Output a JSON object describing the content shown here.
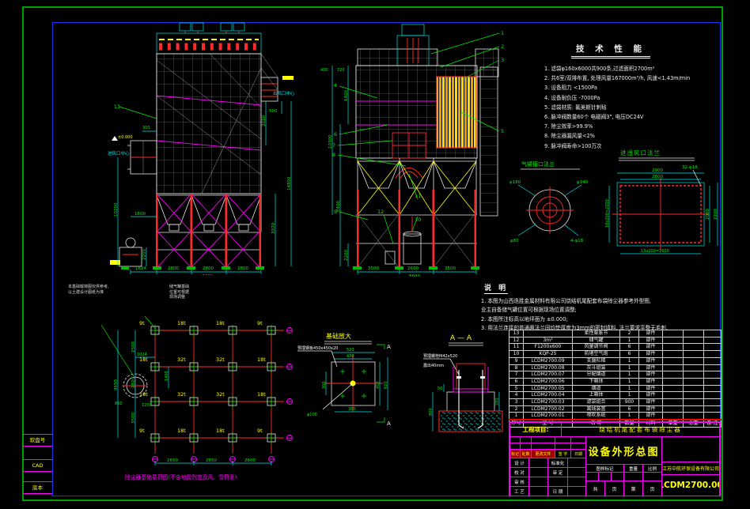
{
  "colors": {
    "bg": "#000000",
    "frame_green": "#00a000",
    "frame_blue": "#2233ee",
    "cad_white": "#e8e8e8",
    "cad_cyan": "#00e5e5",
    "cad_magenta": "#ff00ff",
    "cad_red": "#ff2a2a",
    "cad_green": "#00ee00",
    "cad_yellow": "#ffff00"
  },
  "margin_labels": [
    "软盘号",
    "CAD",
    "底本"
  ],
  "tech_specs": {
    "title": "技 术 性 能",
    "items": [
      "1. 滤袋φ160x6000共900条,过滤面积2700m²",
      "2. 共6室/双排布置, 处理风量167000m³/h, 风速<1.43m/min",
      "3. 设备阻力 <1500Pa",
      "4. 设备耐负压 -7000Pa",
      "5. 滤袋材质: 氟美斯针刺毡",
      "6. 脉冲阀数量60个 电磁阀3\", 电压DC24V",
      "7. 除尘效率>99.9%",
      "8. 除尘器漏风量<2%",
      "9. 脉冲阀寿命>100万次"
    ]
  },
  "notes": {
    "title": "说 明",
    "items": [
      "1. 本图为山西迭胜金属材料有限公司烧结机尾配套布袋除尘器参考外型图,",
      "    业主自备储气罐位置可根据现场位置调整;",
      "2. 本图所注标高以地坪面为 ±0.000;",
      "3. 用法兰连接的普通两法兰间均垫厚度为3mm的密封填料, 法兰要求平整无毛刺."
    ]
  },
  "views": {
    "left": {
      "labels": {
        "balloon_13": "13",
        "outlet_center": "出风口中心",
        "inlet_center": "进风口中心",
        "elevation": "±0.000"
      },
      "dims": {
        "d300": "300",
        "d500": "500",
        "d1600": "1600",
        "d2200": "2200",
        "d2020": "2020",
        "d3970": "3970",
        "d14800": "14800",
        "d10200": "10200",
        "b1": "1824",
        "b2": "2800",
        "b3": "2800",
        "b4": "2800",
        "total": "8400"
      }
    },
    "right": {
      "balloons": {
        "b1": "1",
        "b2": "2",
        "b3": "3",
        "b4": "4",
        "b5": "5",
        "b6": "6",
        "b7": "7",
        "b8": "8",
        "b9": "9",
        "b10": "10",
        "b11": "11",
        "b12": "12"
      },
      "dims": {
        "d400": "400",
        "d720": "720",
        "d6400": "6400",
        "d10300": "10300",
        "d8400": "8400",
        "d2200": "2200",
        "w1": "3500",
        "w2": "2600",
        "w3": "3500",
        "total": "8600"
      }
    }
  },
  "tank_flange": {
    "title": "气罐接口法兰",
    "labels": {
      "l1": "φ180",
      "l2": "φ140",
      "l3": "φ80",
      "l4": "4-φ18"
    }
  },
  "flange_detail": {
    "title": "进出风口法兰",
    "dims": {
      "top_outer": "2900",
      "top_inner": "2800",
      "right_inner": "2000",
      "right_outer": "2200",
      "left": "10x200=2000",
      "bottom": "13x200=2600",
      "holes": "32-φ18"
    }
  },
  "bom": {
    "headers": [
      "序号",
      "型  号",
      "名  称",
      "数量",
      "材料",
      "单重",
      "总重",
      "备 注"
    ],
    "rows": [
      {
        "no": "13",
        "model": "",
        "name": "柔性膨胀节",
        "qty": "2",
        "material": "部件"
      },
      {
        "no": "12",
        "model": "3m³",
        "name": "储气罐",
        "qty": "1",
        "material": "部件"
      },
      {
        "no": "11",
        "model": "F1200x600",
        "name": "风量调节阀",
        "qty": "6",
        "material": "部件"
      },
      {
        "no": "10",
        "model": "KQP-25",
        "name": "防堵空气炮",
        "qty": "6",
        "material": "部件"
      },
      {
        "no": "9",
        "model": "LCDM2700.09",
        "name": "支腿栏梯",
        "qty": "1",
        "material": "部件"
      },
      {
        "no": "8",
        "model": "LCDM2700.08",
        "name": "灰斗组装",
        "qty": "1",
        "material": "部件"
      },
      {
        "no": "7",
        "model": "LCDM2700.07",
        "name": "分配烟道",
        "qty": "1",
        "material": "部件"
      },
      {
        "no": "6",
        "model": "LCDM2700.06",
        "name": "下箱体",
        "qty": "1",
        "material": "部件"
      },
      {
        "no": "5",
        "model": "LCDM2700.05",
        "name": "烟道",
        "qty": "1",
        "material": "部件"
      },
      {
        "no": "4",
        "model": "LCDM2700.04",
        "name": "上箱体",
        "qty": "1",
        "material": "部件"
      },
      {
        "no": "3",
        "model": "LCDM2700.03",
        "name": "滤袋组合",
        "qty": "900",
        "material": "部件"
      },
      {
        "no": "2",
        "model": "LCDM2700.02",
        "name": "离线装置",
        "qty": "6",
        "material": "部件"
      },
      {
        "no": "1",
        "model": "LCDM2700.01",
        "name": "喷吹系统",
        "qty": "1",
        "material": "部件"
      }
    ]
  },
  "title_block": {
    "project_label": "工程项目:",
    "project_name": "烧结机尾配套布袋除尘器",
    "drawing_title": "设备外形总图",
    "company": "江苏中航环保设备有限公司",
    "drawing_no": "LCDM2700.00",
    "rev_row": [
      "标记",
      "处数",
      "更改文件",
      "签 字",
      "日期"
    ],
    "sig_rows": [
      [
        "设 计",
        "标准化"
      ],
      [
        "校 对",
        "审 定"
      ],
      [
        "审 核",
        ""
      ],
      [
        "工 艺",
        "日 期"
      ]
    ],
    "mark_row": [
      "图样标记",
      "重量",
      "比例"
    ],
    "pages_row": [
      "共",
      "页",
      "第",
      "页"
    ]
  },
  "foundation_plan": {
    "caption": "除尘器基础载荷图(不含地震烈度及风、雪荷重)",
    "loads": [
      [
        "9t",
        "18t",
        "18t",
        "9t"
      ],
      [
        "18t",
        "32t",
        "32t",
        "18t"
      ],
      [
        "18t",
        "32t",
        "32t",
        "18t"
      ],
      [
        "9t",
        "18t",
        "18t",
        "9t"
      ]
    ],
    "dims": {
      "total_left": "9650",
      "s1": "2500",
      "s2": "2820",
      "s3": "3500",
      "b1": "2650",
      "b2": "2650",
      "b3": "2600",
      "d1024": "1024",
      "d1400": "1400",
      "d850": "850",
      "d1200": "1200"
    },
    "note_a": [
      "本基础载荷图仅供参考,",
      "以土建设计图纸为准"
    ],
    "note_b": [
      "储气罐基础",
      "位置可根据",
      "现场调整"
    ]
  },
  "foundation_detail": {
    "title": "基础放大",
    "plate_note": "预埋钢板450x450x20",
    "section_letter": "A",
    "dims": {
      "t1": "520",
      "t2": "430",
      "r1": "450",
      "r2": "620",
      "b1": "350",
      "l1": "300",
      "hole": "φ100"
    }
  },
  "section_aa": {
    "title": "A — A",
    "bolt_note": "预埋螺栓M42x520",
    "protrude_note": "露出40mm",
    "dims": {
      "d50": "50",
      "d800": "800",
      "d200": "200"
    }
  }
}
